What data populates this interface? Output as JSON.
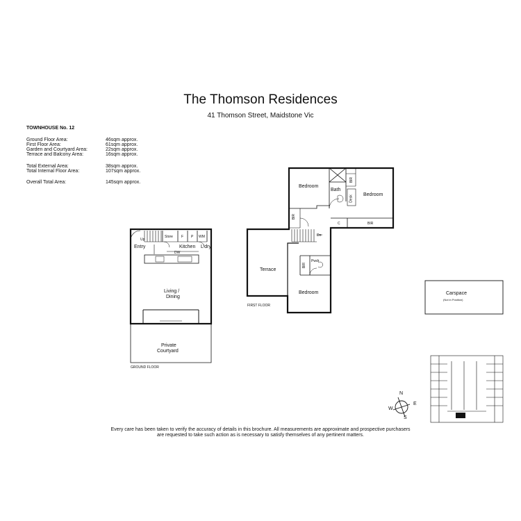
{
  "header": {
    "title": "The Thomson Residences",
    "address": "41 Thomson Street, Maidstone Vic"
  },
  "townhouse": {
    "name": "TOWNHOUSE No. 12",
    "areas": [
      {
        "label": "Ground Floor Area:",
        "value": "46sqm approx."
      },
      {
        "label": "First Floor Area:",
        "value": "61sqm approx."
      },
      {
        "label": "Garden and Courtyard Area:",
        "value": "22sqm approx."
      },
      {
        "label": "Terrace and Balcony Area:",
        "value": "16sqm approx."
      },
      {
        "label": "Total External Area:",
        "value": "38sqm approx."
      },
      {
        "label": "Total Internal Floor Area:",
        "value": "107sqm approx."
      },
      {
        "label": "Overall Total Area:",
        "value": "145sqm approx."
      }
    ]
  },
  "ground_floor": {
    "label": "GROUND FLOOR",
    "rooms": {
      "up": "Up",
      "store": "Store",
      "fridge": "F",
      "pantry": "P",
      "wm": "WM",
      "dw": "DW",
      "entry": "Entry",
      "kitchen": "Kitchen",
      "laundry": "L'dry",
      "living": "Living /",
      "dining": "Dining",
      "courtyard_1": "Private",
      "courtyard_2": "Courtyard"
    }
  },
  "first_floor": {
    "label": "FIRST FLOOR",
    "rooms": {
      "bedroom_left": "Bedroom",
      "bath": "Bath",
      "bir_bath": "BIR",
      "bedroom_right": "Bedroom",
      "desk": "Desk",
      "bir_left": "BIR",
      "c": "C",
      "bir_right": "BIR",
      "dn": "Dn",
      "terrace": "Terrace",
      "bir_lower": "BIR",
      "pwdr": "Pwdr",
      "bedroom_lower": "Bedroom"
    }
  },
  "carspace": {
    "label": "Carspace",
    "note": "(Not in Position)"
  },
  "compass": {
    "n": "N",
    "e": "E",
    "s": "S",
    "w": "W"
  },
  "disclaimer": {
    "line1": "Every care has been taken to verify the accuracy of details in this brochure. All measurements are approximate and prospective purchasers",
    "line2": "are requested to take such action as is necessary to satisfy themselves of any pertinent matters."
  }
}
